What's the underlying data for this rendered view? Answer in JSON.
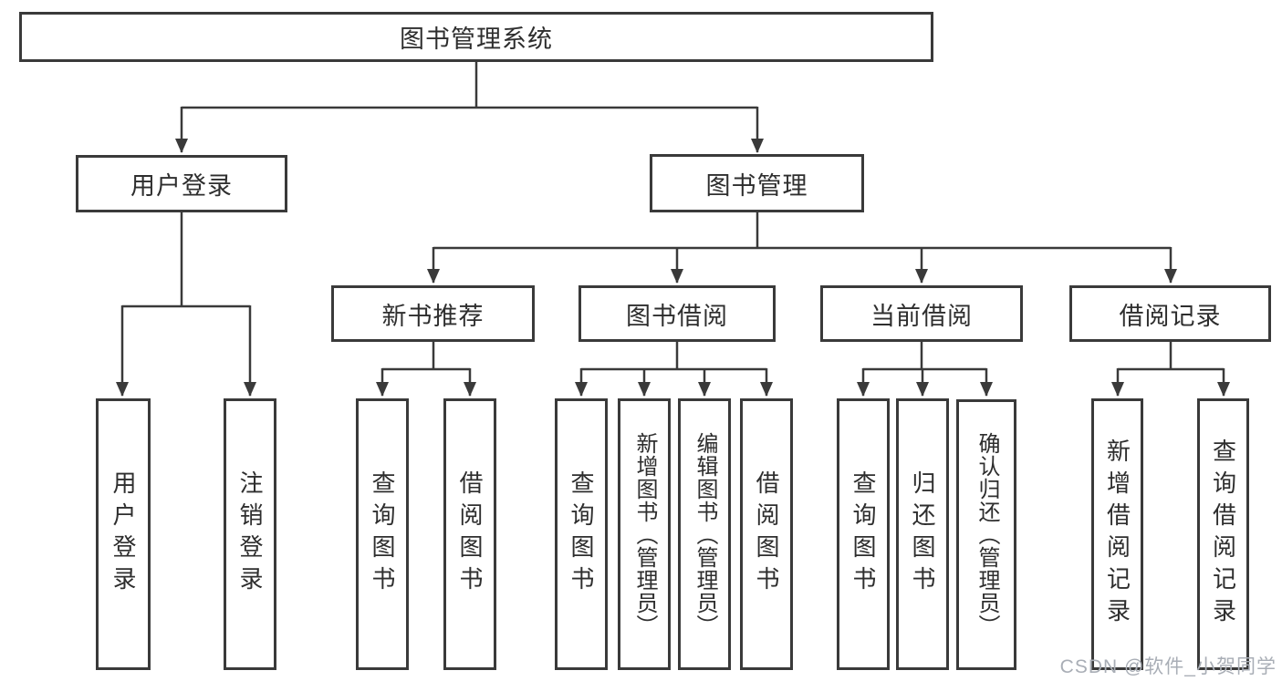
{
  "diagram": {
    "root": {
      "label": "图书管理系统"
    },
    "level2": [
      {
        "label": "用户登录",
        "children": [
          {
            "label": "用户登录"
          },
          {
            "label": "注销登录"
          }
        ]
      },
      {
        "label": "图书管理",
        "children": [
          {
            "label": "新书推荐",
            "children": [
              {
                "label": "查询图书"
              },
              {
                "label": "借阅图书"
              }
            ]
          },
          {
            "label": "图书借阅",
            "children": [
              {
                "label": "查询图书"
              },
              {
                "label": "新增图书（管理员）"
              },
              {
                "label": "编辑图书（管理员）"
              },
              {
                "label": "借阅图书"
              }
            ]
          },
          {
            "label": "当前借阅",
            "children": [
              {
                "label": "查询图书"
              },
              {
                "label": "归还图书"
              },
              {
                "label": "确认归还（管理员）"
              }
            ]
          },
          {
            "label": "借阅记录",
            "children": [
              {
                "label": "新增借阅记录"
              },
              {
                "label": "查询借阅记录"
              }
            ]
          }
        ]
      }
    ]
  },
  "watermark": {
    "text": "CSDN @软件_小贺同学"
  },
  "colors": {
    "line": "#3a3a3a",
    "box_border": "#3a3a3a",
    "text": "#2e2e2e",
    "watermark": "#a9aeb6",
    "background": "#ffffff"
  }
}
